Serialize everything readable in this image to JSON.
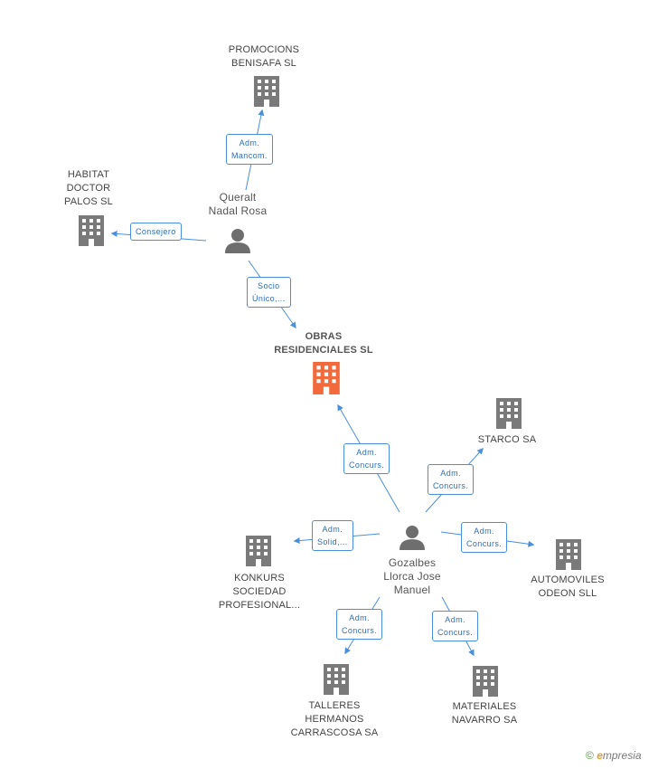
{
  "colors": {
    "building": "#7a7a7a",
    "center_building": "#f26a3c",
    "person": "#6e6e6e",
    "link": "#4a8fdc"
  },
  "center": {
    "lines": [
      "OBRAS",
      "RESIDENCIALES SL"
    ],
    "icon": "building-icon"
  },
  "people": [
    {
      "id": "queralt",
      "lines": [
        "Queralt",
        "Nadal Rosa"
      ],
      "icon": "person-icon"
    },
    {
      "id": "gozalbes",
      "lines": [
        "Gozalbes",
        "Llorca Jose",
        "Manuel"
      ],
      "icon": "person-icon"
    }
  ],
  "companies": [
    {
      "id": "promocions",
      "lines": [
        "PROMOCIONS",
        "BENISAFA SL"
      ]
    },
    {
      "id": "habitat",
      "lines": [
        "HABITAT",
        "DOCTOR",
        "PALOS SL"
      ]
    },
    {
      "id": "starco",
      "lines": [
        "STARCO SA"
      ]
    },
    {
      "id": "konkurs",
      "lines": [
        "KONKURS",
        "SOCIEDAD",
        "PROFESIONAL..."
      ]
    },
    {
      "id": "automoviles",
      "lines": [
        "AUTOMOVILES",
        "ODEON SLL"
      ]
    },
    {
      "id": "talleres",
      "lines": [
        "TALLERES",
        "HERMANOS",
        "CARRASCOSA SA"
      ]
    },
    {
      "id": "materiales",
      "lines": [
        "MATERIALES",
        "NAVARRO SA"
      ]
    }
  ],
  "relations": [
    {
      "id": "r-promocions",
      "lines": [
        "Adm.",
        "Mancom."
      ]
    },
    {
      "id": "r-habitat",
      "lines": [
        "Consejero"
      ]
    },
    {
      "id": "r-center-queralt",
      "lines": [
        "Socio",
        "Único,..."
      ]
    },
    {
      "id": "r-center-gozalbes",
      "lines": [
        "Adm.",
        "Concurs."
      ]
    },
    {
      "id": "r-starco",
      "lines": [
        "Adm.",
        "Concurs."
      ]
    },
    {
      "id": "r-konkurs",
      "lines": [
        "Adm.",
        "Solid,..."
      ]
    },
    {
      "id": "r-automoviles",
      "lines": [
        "Adm.",
        "Concurs."
      ]
    },
    {
      "id": "r-talleres",
      "lines": [
        "Adm.",
        "Concurs."
      ]
    },
    {
      "id": "r-materiales",
      "lines": [
        "Adm.",
        "Concurs."
      ]
    }
  ],
  "footer": {
    "copyright": "©",
    "brand_first": "e",
    "brand_rest": "mpresia"
  }
}
